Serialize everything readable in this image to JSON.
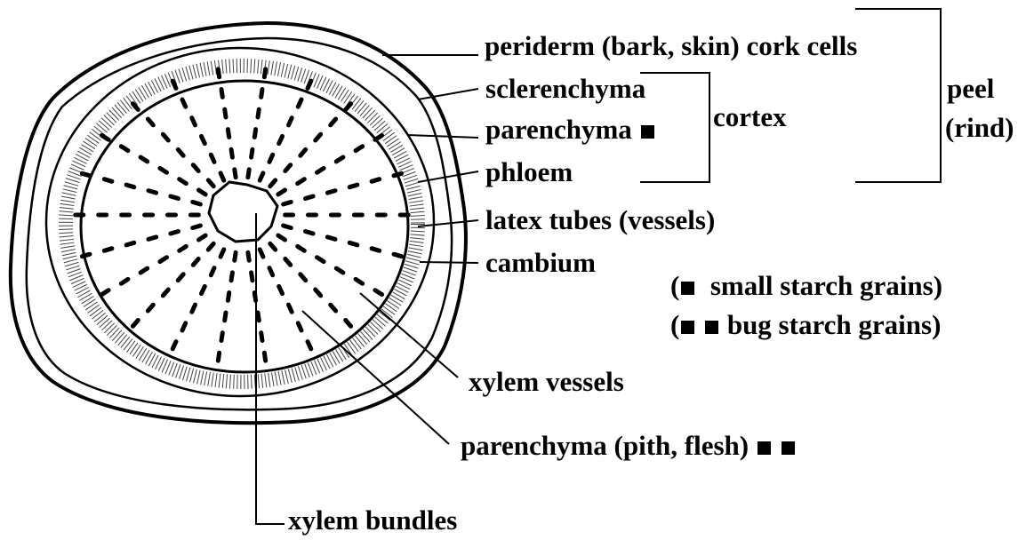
{
  "labels": {
    "periderm": "periderm (bark, skin) cork cells",
    "sclerenchyma": "sclerenchyma",
    "parenchyma_cortex": "parenchyma",
    "cortex": "cortex",
    "phloem": "phloem",
    "peel": "peel",
    "rind": "(rind)",
    "latex": "latex tubes (vessels)",
    "cambium": "cambium",
    "small_starch": "small starch grains)",
    "bug_starch": "bug starch grains)",
    "xylem_vessels": "xylem vessels",
    "parenchyma_pith": "parenchyma (pith, flesh)",
    "xylem_bundles": "xylem bundles"
  },
  "legend_open_paren": "(",
  "colors": {
    "ink": "#000000",
    "background": "#ffffff"
  }
}
